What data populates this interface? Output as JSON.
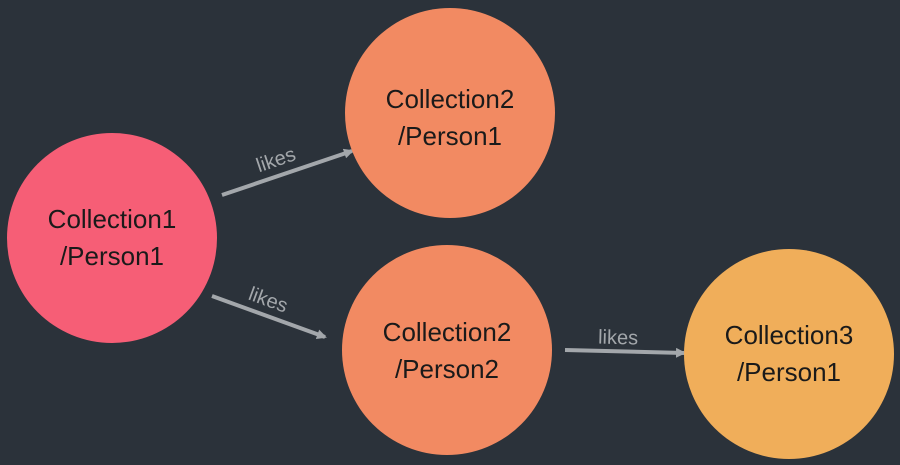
{
  "colors": {
    "background": "#2b323a",
    "edge": "#a3a7ab",
    "collection1": "#f65e76",
    "collection2": "#f28a62",
    "collection3": "#f0ae5a"
  },
  "graph": {
    "nodes": [
      {
        "id": "c1p1",
        "line1": "Collection1",
        "line2": "/Person1",
        "color": "#f65e76"
      },
      {
        "id": "c2p1",
        "line1": "Collection2",
        "line2": "/Person1",
        "color": "#f28a62"
      },
      {
        "id": "c2p2",
        "line1": "Collection2",
        "line2": "/Person2",
        "color": "#f28a62"
      },
      {
        "id": "c3p1",
        "line1": "Collection3",
        "line2": "/Person1",
        "color": "#f0ae5a"
      }
    ],
    "edges": [
      {
        "from": "c1p1",
        "to": "c2p1",
        "label": "likes"
      },
      {
        "from": "c1p1",
        "to": "c2p2",
        "label": "likes"
      },
      {
        "from": "c2p2",
        "to": "c3p1",
        "label": "likes"
      }
    ]
  }
}
